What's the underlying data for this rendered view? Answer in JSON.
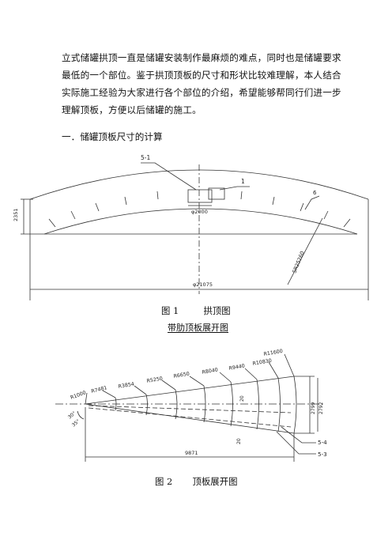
{
  "paragraph": {
    "lines": [
      "立式储罐拱顶一直是储罐安装制作最麻烦的难点，同时也是储罐要求",
      "最低的一个部位。鉴于拱顶顶板的尺寸和形状比较难理解，本人结合",
      "实际施工经验为大家进行各个部位的介绍，希望能够帮同行们进一步",
      "理解顶板，方便以后储罐的施工。"
    ]
  },
  "section_heading": "一．储罐顶板尺寸的计算",
  "figure1": {
    "caption_num": "图 1",
    "caption_text": "拱顶图",
    "labels": {
      "detail_a": "5-1",
      "detail_b": "1",
      "detail_c": "6",
      "center_ring": "φ2000",
      "height": "2351",
      "diameter": "φ21075",
      "sphere_radius": "SR25260"
    }
  },
  "figure2": {
    "title": "带肋顶板展开图",
    "caption_num": "图 2",
    "caption_text": "顶板展开图",
    "radii": [
      "R1000",
      "R7481",
      "R3854",
      "R5250",
      "R6650",
      "R8040",
      "R9440",
      "R10830",
      "R11600"
    ],
    "angles": [
      "30°",
      "35°"
    ],
    "widths": [
      "2799",
      "2792"
    ],
    "rib_dim_a": "20",
    "rib_dim_b": "20",
    "length": "9871",
    "detail_a": "5-4",
    "detail_b": "5-3"
  }
}
